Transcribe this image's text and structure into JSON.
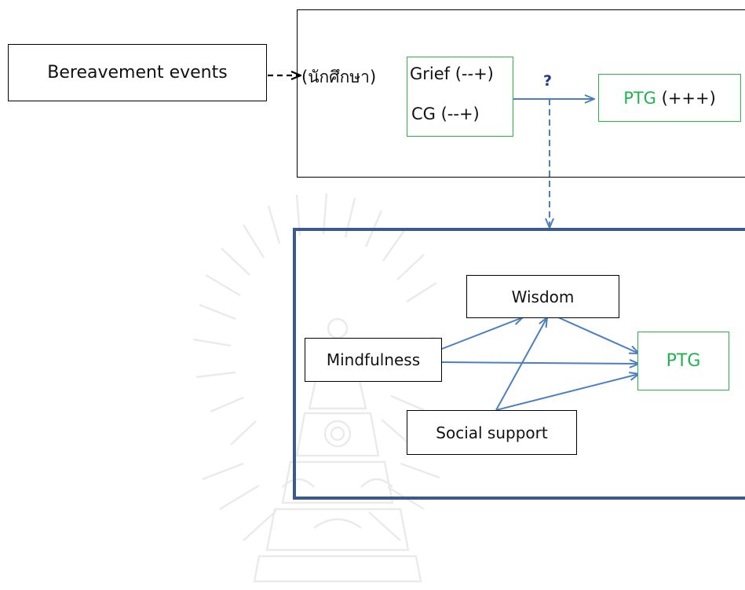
{
  "bereavement": {
    "label": "Bereavement events"
  },
  "upper": {
    "students": "(นักศึกษา)",
    "grief": "Grief (--+)",
    "cg": "CG (--+)",
    "question": "?",
    "ptg": {
      "name": "PTG",
      "sign": " (+++)"
    }
  },
  "model": {
    "wisdom": "Wisdom",
    "mindfulness": "Mindfulness",
    "social_support": "Social support",
    "ptg": "PTG"
  },
  "colors": {
    "green": "#22b24c",
    "arrow_blue": "#4a7fc0",
    "frame_navy": "#3b5a8a",
    "question_navy": "#1e3a7a"
  }
}
